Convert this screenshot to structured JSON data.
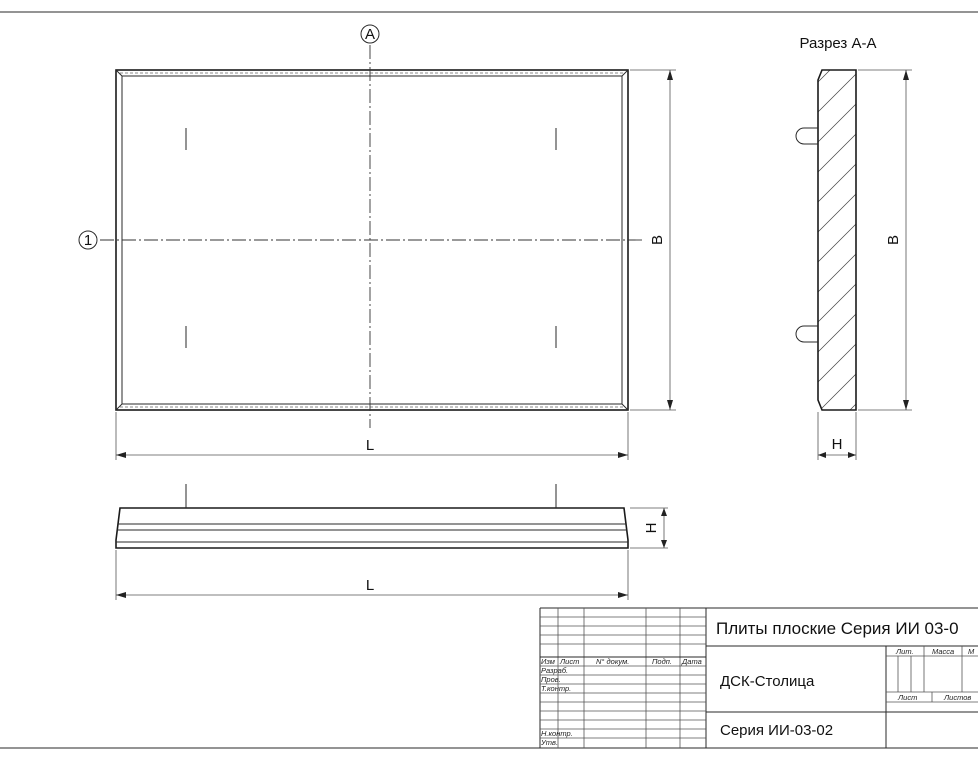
{
  "section_title": "Разрез А-А",
  "section_marker": "А",
  "axis_marker": "1",
  "dims": {
    "width_label": "L",
    "height_label": "B",
    "thickness_label": "H"
  },
  "title_block": {
    "headers": {
      "izm": "Изм",
      "list": "Лист",
      "n_dokum": "N° докум.",
      "podp": "Подп.",
      "data": "Дата"
    },
    "roles": {
      "razrab": "Разраб.",
      "prov": "Пров.",
      "tkontr": "Т.контр.",
      "nkontr": "Н.контр.",
      "utv": "Утв."
    },
    "document_title": "Плиты плоские Серия ИИ 03-0",
    "organization": "ДСК-Столица",
    "series": "Серия ИИ-03-02",
    "lit": "Лит.",
    "massa": "Масса",
    "masshtab": "М",
    "list_cell": "Лист",
    "listov": "Листов"
  }
}
